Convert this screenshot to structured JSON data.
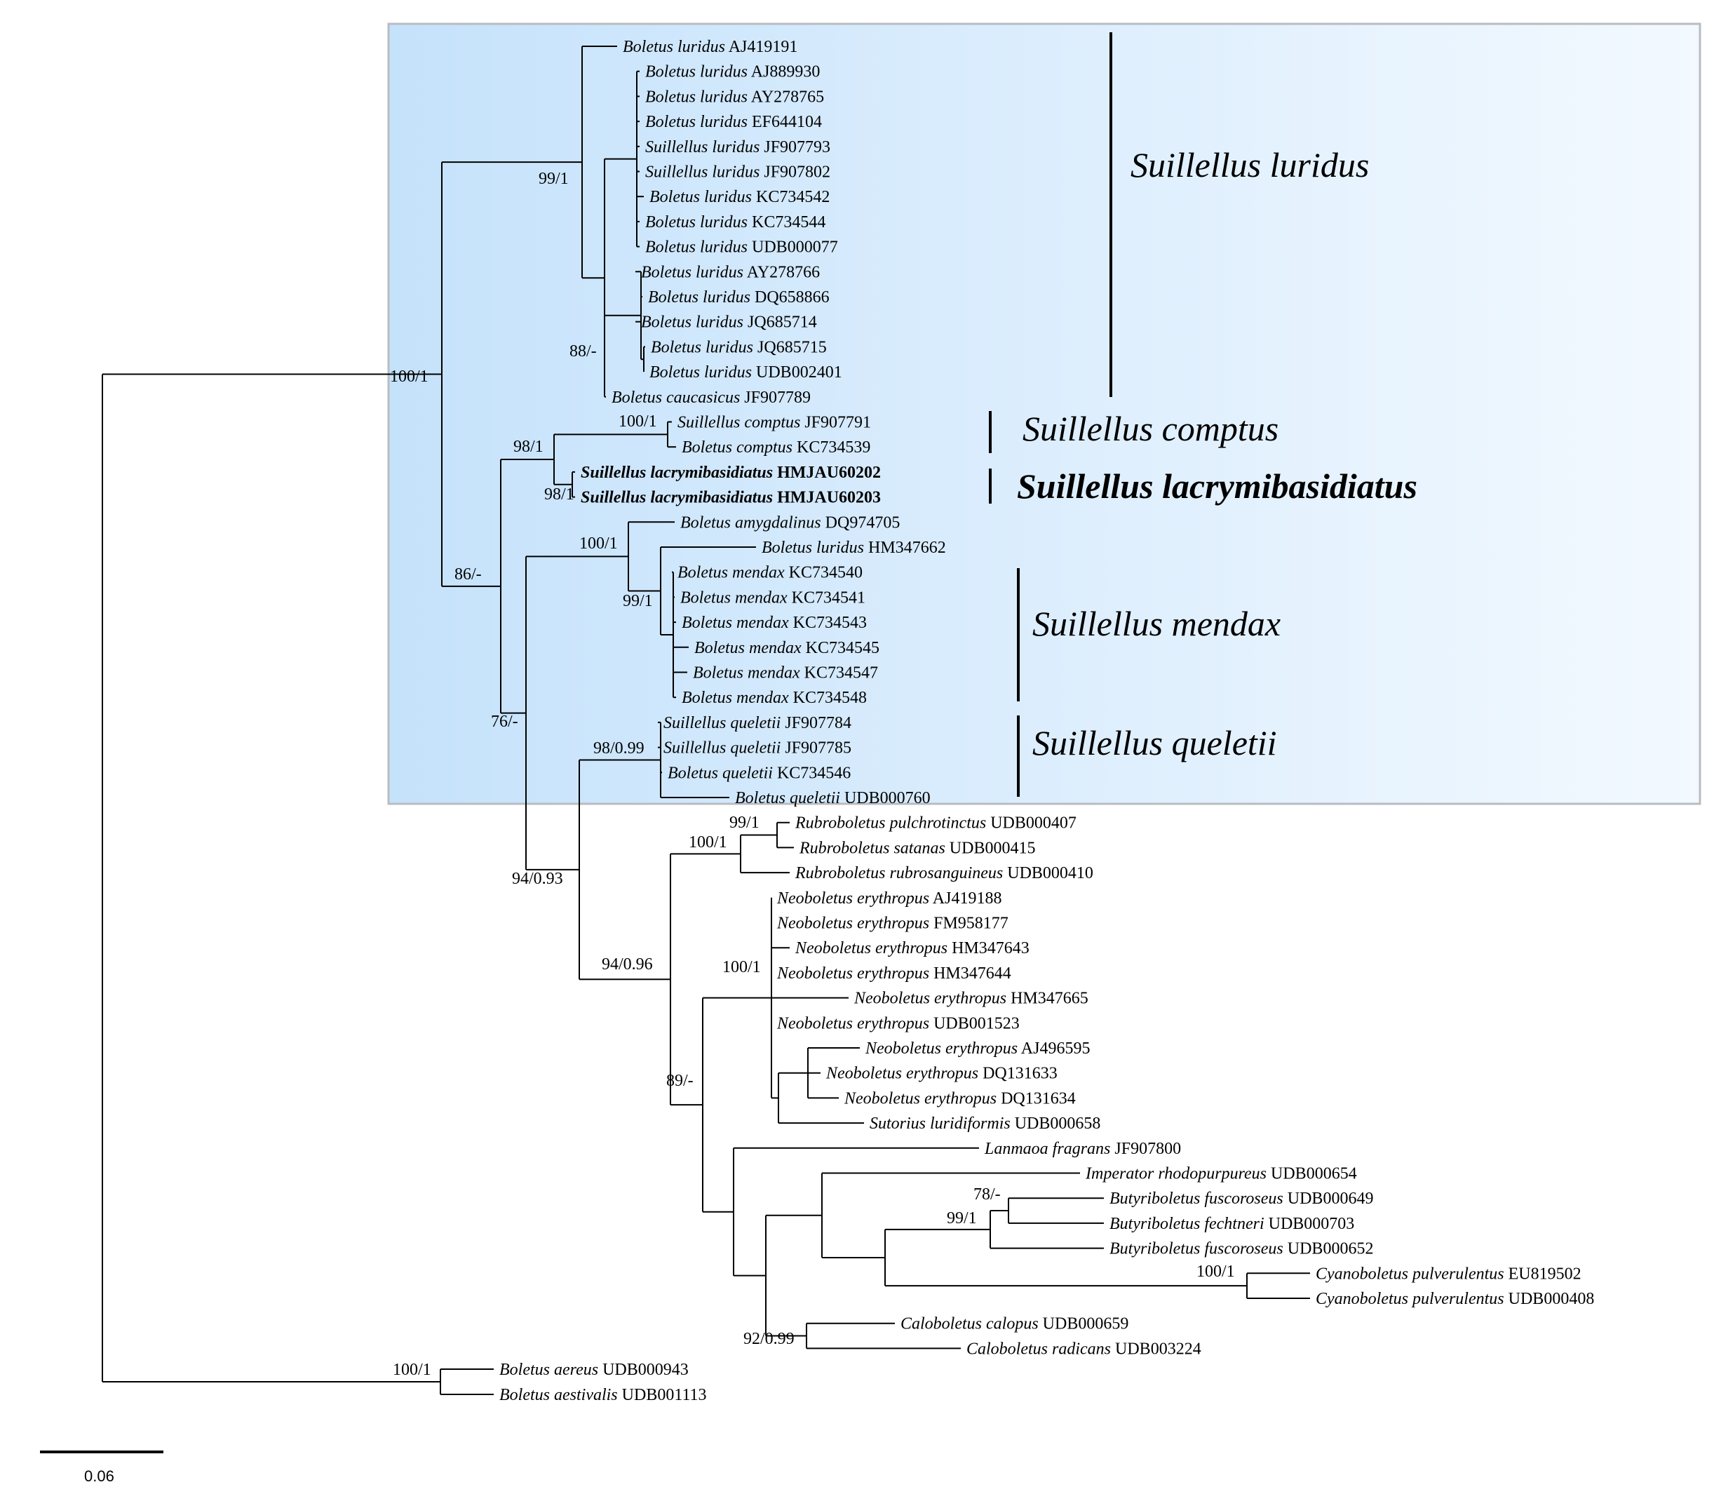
{
  "taxa": [
    {
      "species": "Boletus luridus",
      "accession": "AJ419191"
    },
    {
      "species": "Boletus luridus",
      "accession": "AJ889930"
    },
    {
      "species": "Boletus luridus",
      "accession": "AY278765"
    },
    {
      "species": "Boletus luridus",
      "accession": "EF644104"
    },
    {
      "species": "Suillellus luridus",
      "accession": "JF907793"
    },
    {
      "species": "Suillellus luridus",
      "accession": "JF907802"
    },
    {
      "species": "Boletus luridus",
      "accession": "KC734542"
    },
    {
      "species": "Boletus luridus",
      "accession": "KC734544"
    },
    {
      "species": "Boletus luridus",
      "accession": "UDB000077"
    },
    {
      "species": "Boletus luridus",
      "accession": "AY278766"
    },
    {
      "species": "Boletus luridus",
      "accession": "DQ658866"
    },
    {
      "species": "Boletus luridus",
      "accession": "JQ685714"
    },
    {
      "species": "Boletus luridus",
      "accession": "JQ685715"
    },
    {
      "species": "Boletus luridus",
      "accession": "UDB002401"
    },
    {
      "species": "Boletus caucasicus",
      "accession": "JF907789"
    },
    {
      "species": "Suillellus comptus",
      "accession": "JF907791"
    },
    {
      "species": "Boletus comptus",
      "accession": "KC734539"
    },
    {
      "species": "Suillellus lacrymibasidiatus",
      "accession": "HMJAU60202",
      "bold": true
    },
    {
      "species": "Suillellus lacrymibasidiatus",
      "accession": "HMJAU60203",
      "bold": true
    },
    {
      "species": "Boletus amygdalinus",
      "accession": "DQ974705"
    },
    {
      "species": "Boletus luridus",
      "accession": "HM347662"
    },
    {
      "species": "Boletus mendax",
      "accession": "KC734540"
    },
    {
      "species": "Boletus mendax",
      "accession": "KC734541"
    },
    {
      "species": "Boletus mendax",
      "accession": "KC734543"
    },
    {
      "species": "Boletus mendax",
      "accession": "KC734545"
    },
    {
      "species": "Boletus mendax",
      "accession": "KC734547"
    },
    {
      "species": "Boletus mendax",
      "accession": "KC734548"
    },
    {
      "species": "Suillellus queletii",
      "accession": "JF907784"
    },
    {
      "species": "Suillellus queletii",
      "accession": "JF907785"
    },
    {
      "species": "Boletus queletii",
      "accession": "KC734546"
    },
    {
      "species": "Boletus queletii",
      "accession": "UDB000760"
    },
    {
      "species": "Rubroboletus pulchrotinctus",
      "accession": "UDB000407"
    },
    {
      "species": "Rubroboletus satanas",
      "accession": "UDB000415"
    },
    {
      "species": "Rubroboletus rubrosanguineus",
      "accession": "UDB000410"
    },
    {
      "species": "Neoboletus erythropus",
      "accession": "AJ419188"
    },
    {
      "species": "Neoboletus erythropus",
      "accession": "FM958177"
    },
    {
      "species": "Neoboletus erythropus",
      "accession": "HM347643"
    },
    {
      "species": "Neoboletus erythropus",
      "accession": "HM347644"
    },
    {
      "species": "Neoboletus erythropus",
      "accession": "HM347665"
    },
    {
      "species": "Neoboletus erythropus",
      "accession": "UDB001523"
    },
    {
      "species": "Neoboletus erythropus",
      "accession": "AJ496595"
    },
    {
      "species": "Neoboletus erythropus",
      "accession": "DQ131633"
    },
    {
      "species": "Neoboletus erythropus",
      "accession": "DQ131634"
    },
    {
      "species": "Sutorius luridiformis",
      "accession": "UDB000658"
    },
    {
      "species": "Lanmaoa fragrans",
      "accession": "JF907800"
    },
    {
      "species": "Imperator rhodopurpureus",
      "accession": "UDB000654"
    },
    {
      "species": "Butyriboletus fuscoroseus",
      "accession": "UDB000649"
    },
    {
      "species": "Butyriboletus fechtneri",
      "accession": "UDB000703"
    },
    {
      "species": "Butyriboletus fuscoroseus",
      "accession": "UDB000652"
    },
    {
      "species": "Cyanoboletus pulverulentus",
      "accession": "EU819502"
    },
    {
      "species": "Cyanoboletus pulverulentus",
      "accession": "UDB000408"
    },
    {
      "species": "Caloboletus calopus",
      "accession": "UDB000659"
    },
    {
      "species": "Caloboletus radicans",
      "accession": "UDB003224"
    },
    {
      "species": "Boletus aereus",
      "accession": "UDB000943"
    },
    {
      "species": "Boletus aestivalis",
      "accession": "UDB001113"
    }
  ],
  "support_values": [
    "100/1",
    "99/1",
    "88/-",
    "86/-",
    "98/1",
    "100/1",
    "98/1",
    "76/-",
    "100/1",
    "99/1",
    "98/0.99",
    "94/0.93",
    "99/1",
    "100/1",
    "94/0.96",
    "100/1",
    "89/-",
    "78/-",
    "99/1",
    "100/1",
    "92/0.99",
    "100/1"
  ],
  "clades": [
    {
      "name": "Suillellus luridus"
    },
    {
      "name": "Suillellus comptus"
    },
    {
      "name": "Suillellus lacrymibasidiatus",
      "bold": true
    },
    {
      "name": "Suillellus mendax"
    },
    {
      "name": "Suillellus queletii"
    }
  ],
  "scale_bar": {
    "label": "0.06",
    "value": 0.06
  },
  "colors": {
    "highlight_left": "#c5e2fb",
    "highlight_right": "#f3f9ff",
    "highlight_border": "#b9bcc0",
    "line": "#000000"
  }
}
